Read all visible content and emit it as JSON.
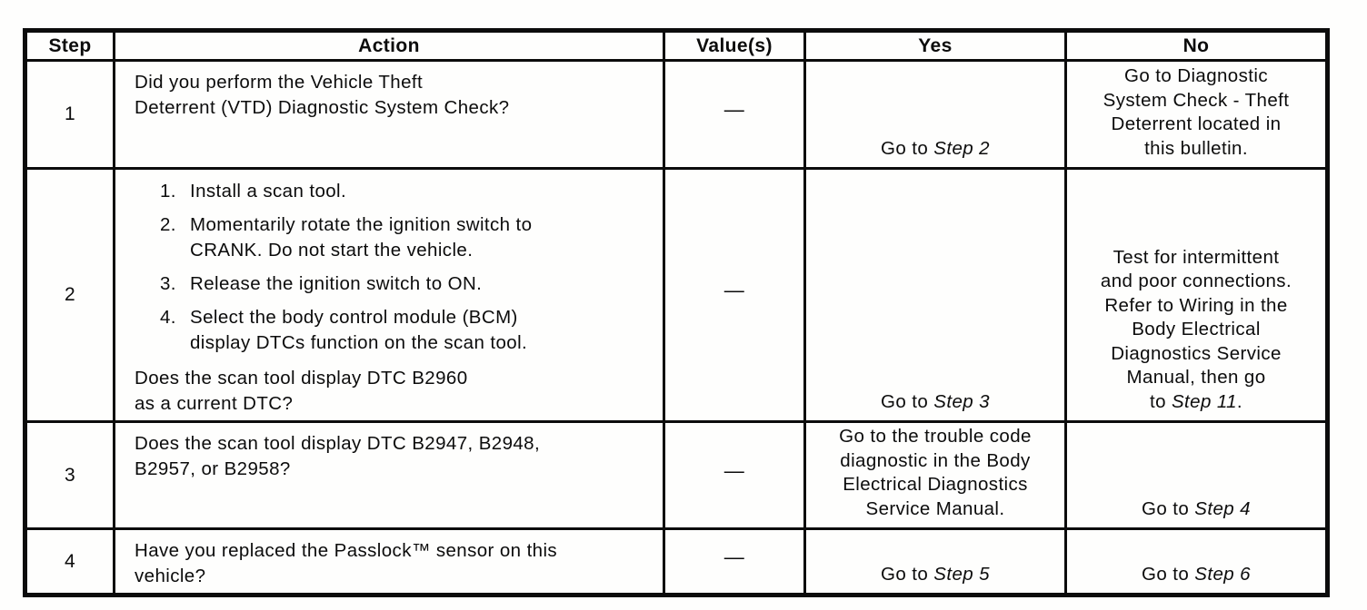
{
  "table": {
    "headers": [
      "Step",
      "Action",
      "Value(s)",
      "Yes",
      "No"
    ],
    "rows": [
      {
        "step": "1",
        "action_question": "Did you perform the Vehicle Theft\nDeterrent (VTD) Diagnostic System Check?",
        "value": "—",
        "yes": {
          "text": "Go to ",
          "italic": "Step 2",
          "suffix": ""
        },
        "no": {
          "text": "Go to Diagnostic\nSystem Check - Theft\nDeterrent located in\nthis bulletin.",
          "italic": "",
          "suffix": ""
        }
      },
      {
        "step": "2",
        "action_list": [
          {
            "num": "1.",
            "text": "Install a scan tool."
          },
          {
            "num": "2.",
            "text": "Momentarily rotate the ignition switch to\nCRANK. Do not start the vehicle."
          },
          {
            "num": "3.",
            "text": "Release the ignition switch to ON."
          },
          {
            "num": "4.",
            "text": "Select the body control module (BCM)\ndisplay DTCs function on the scan tool."
          }
        ],
        "action_question": "Does the scan tool display DTC B2960\nas a current DTC?",
        "value": "—",
        "yes": {
          "text": "Go to ",
          "italic": "Step 3",
          "suffix": ""
        },
        "no": {
          "text": "Test for intermittent\nand poor connections.\nRefer to Wiring in the\nBody Electrical\nDiagnostics Service\nManual, then go\nto ",
          "italic": "Step 11",
          "suffix": "."
        }
      },
      {
        "step": "3",
        "action_question": "Does the scan tool display DTC B2947, B2948,\nB2957, or B2958?",
        "value": "—",
        "yes": {
          "text": "Go to the trouble code\ndiagnostic in the Body\nElectrical Diagnostics\nService Manual.",
          "italic": "",
          "suffix": ""
        },
        "no": {
          "text": "Go to ",
          "italic": "Step 4",
          "suffix": ""
        }
      },
      {
        "step": "4",
        "action_question": "Have you replaced the Passlock™ sensor on this\nvehicle?",
        "value": "—",
        "yes": {
          "text": "Go to ",
          "italic": "Step 5",
          "suffix": ""
        },
        "no": {
          "text": "Go to ",
          "italic": "Step 6",
          "suffix": ""
        }
      }
    ]
  }
}
